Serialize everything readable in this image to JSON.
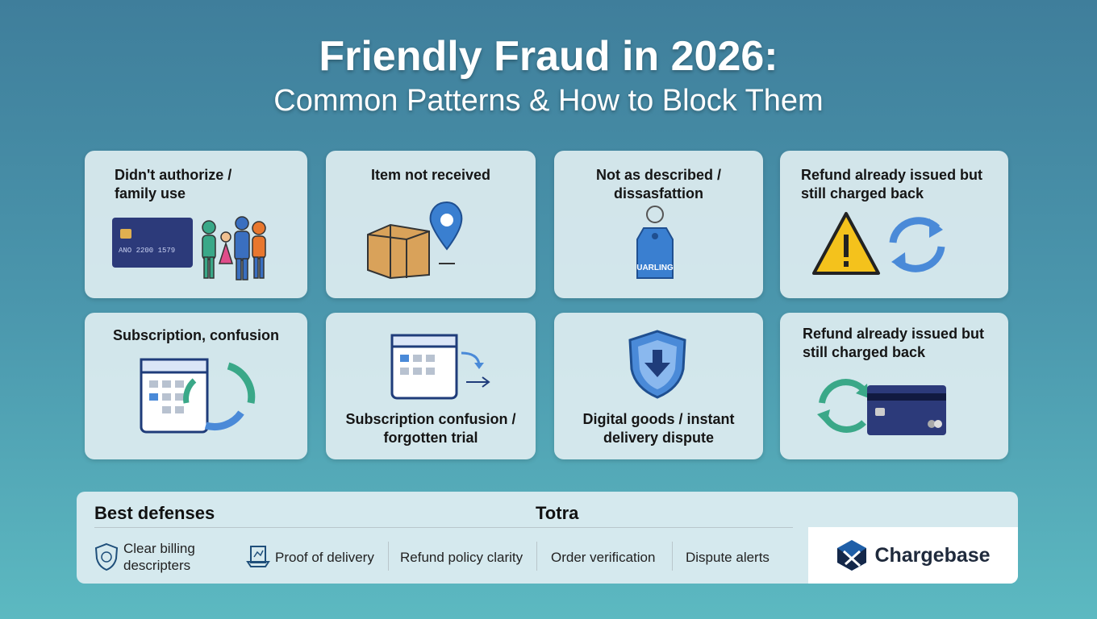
{
  "header": {
    "title": "Friendly Fraud in 2026:",
    "subtitle": "Common Patterns & How to Block Them"
  },
  "cards": [
    {
      "title": "Didn't authorize / family use",
      "icon": "credit-card-family-icon",
      "card_number": "ANO 2200 1579"
    },
    {
      "title": "Item not received",
      "icon": "package-location-icon"
    },
    {
      "title": "Not as described / dissasfattion",
      "icon": "tag-icon",
      "tag_text": "UARLING"
    },
    {
      "title": "Refund already issued but still charged back",
      "icon": "warning-refresh-icon"
    },
    {
      "title": "Subscription, confusion",
      "icon": "calendar-cycle-icon"
    },
    {
      "title": "Subscription confusion / forgotten trial",
      "icon": "calendar-arrow-icon"
    },
    {
      "title": "Digital goods / instant delivery dispute",
      "icon": "shield-download-icon"
    },
    {
      "title": "Refund already issued but still charged back",
      "icon": "refresh-card-icon"
    }
  ],
  "defenses": {
    "heading": "Best defenses",
    "center_heading": "Totra",
    "items": [
      "Clear billing descripters",
      "Proof of delivery",
      "Refund policy clarity",
      "Order verification",
      "Dispute alerts"
    ]
  },
  "brand": {
    "name": "Chargebase",
    "color": "#1f5fa8"
  }
}
